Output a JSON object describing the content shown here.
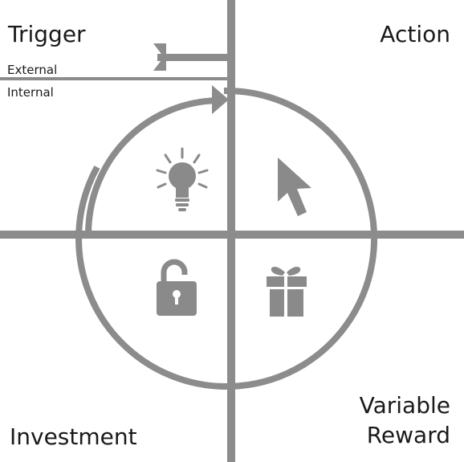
{
  "diagram": {
    "quadrants": {
      "trigger": "Trigger",
      "action": "Action",
      "investment": "Investment",
      "reward_line1": "Variable",
      "reward_line2": "Reward"
    },
    "trigger_types": {
      "external": "External",
      "internal": "Internal"
    },
    "icons": {
      "trigger": "lightbulb-icon",
      "action": "cursor-arrow-icon",
      "investment": "padlock-icon",
      "reward": "gift-icon"
    },
    "colors": {
      "line": "#8c8c8c",
      "icon": "#8a8a8a",
      "text": "#1a1a1a",
      "background": "#ffffff"
    }
  }
}
